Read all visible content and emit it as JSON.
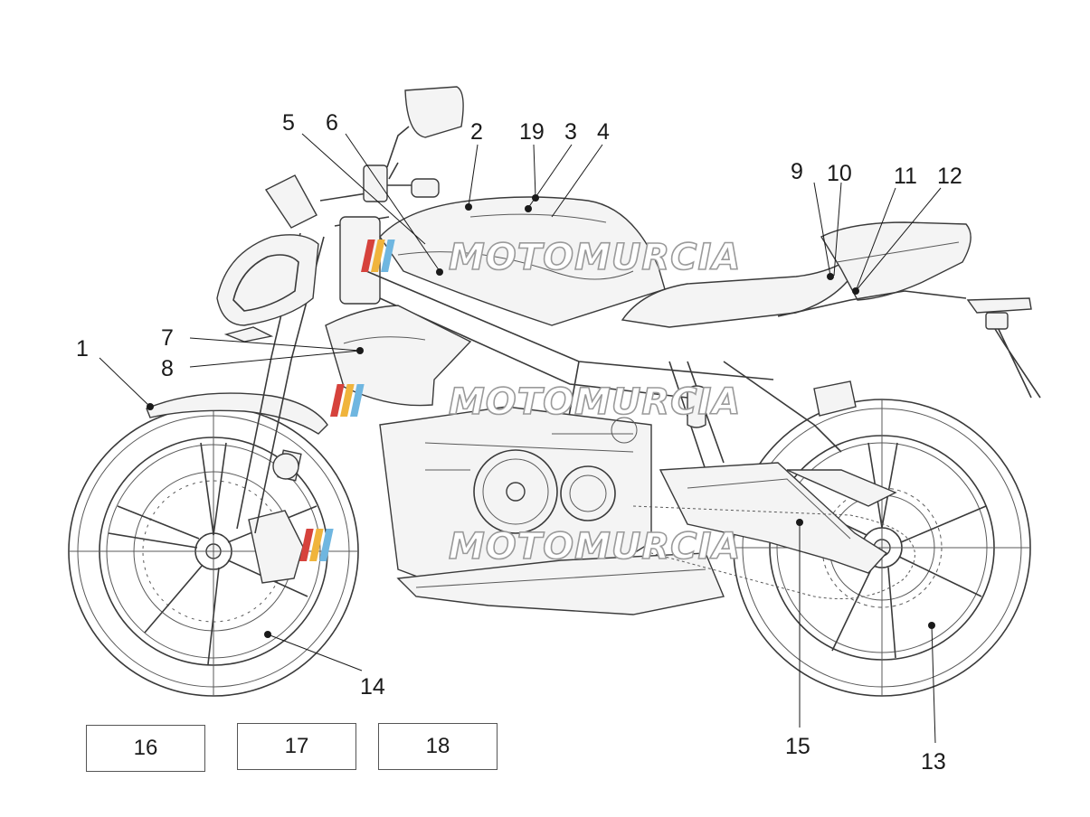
{
  "diagram": {
    "callouts": [
      "1",
      "2",
      "3",
      "4",
      "5",
      "6",
      "7",
      "8",
      "9",
      "10",
      "11",
      "12",
      "13",
      "14",
      "15",
      "19"
    ],
    "boxes": [
      "16",
      "17",
      "18"
    ]
  },
  "watermark": {
    "text": "MOTOMURCIA",
    "stripe_colors": [
      "#d6423c",
      "#f0b43c",
      "#6fb6e0",
      "#9a9a9a"
    ]
  }
}
